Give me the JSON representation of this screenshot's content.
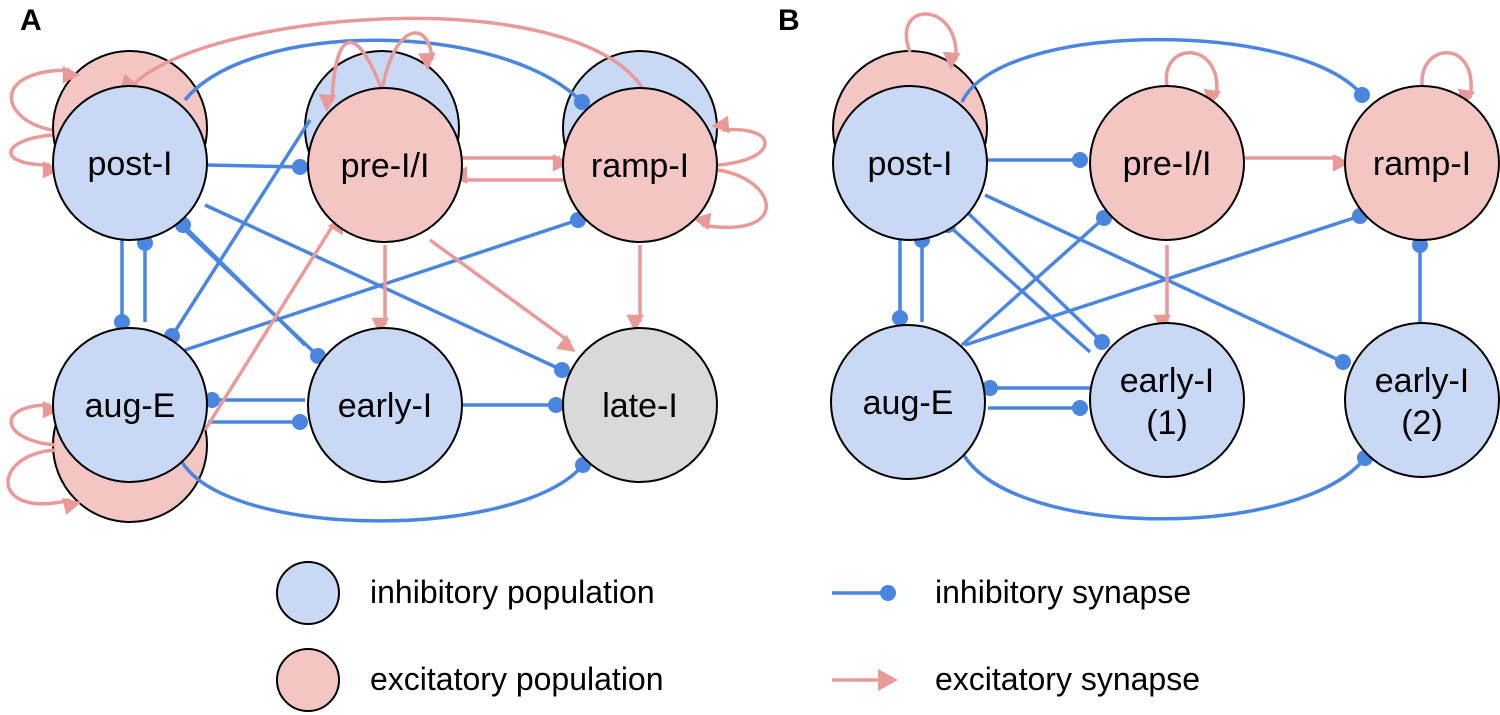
{
  "colors": {
    "inhibitory_fill": "#c9d9f5",
    "excitatory_fill": "#f3c6c4",
    "late_fill": "#d9d9d9",
    "inhibitory_line": "#4a86e0",
    "excitatory_line": "#e89a98",
    "outline": "#000000"
  },
  "panels": {
    "A": {
      "label": "A",
      "nodes": {
        "post": "post-I",
        "pre": "pre-I/I",
        "ramp": "ramp-I",
        "aug": "aug-E",
        "early": "early-I",
        "late": "late-I"
      }
    },
    "B": {
      "label": "B",
      "nodes": {
        "post": "post-I",
        "pre": "pre-I/I",
        "ramp": "ramp-I",
        "aug": "aug-E",
        "early1_line1": "early-I",
        "early1_line2": "(1)",
        "early2_line1": "early-I",
        "early2_line2": "(2)"
      }
    }
  },
  "legend": {
    "inhibitory_population": "inhibitory population",
    "excitatory_population": "excitatory population",
    "inhibitory_synapse": "inhibitory synapse",
    "excitatory_synapse": "excitatory synapse"
  }
}
